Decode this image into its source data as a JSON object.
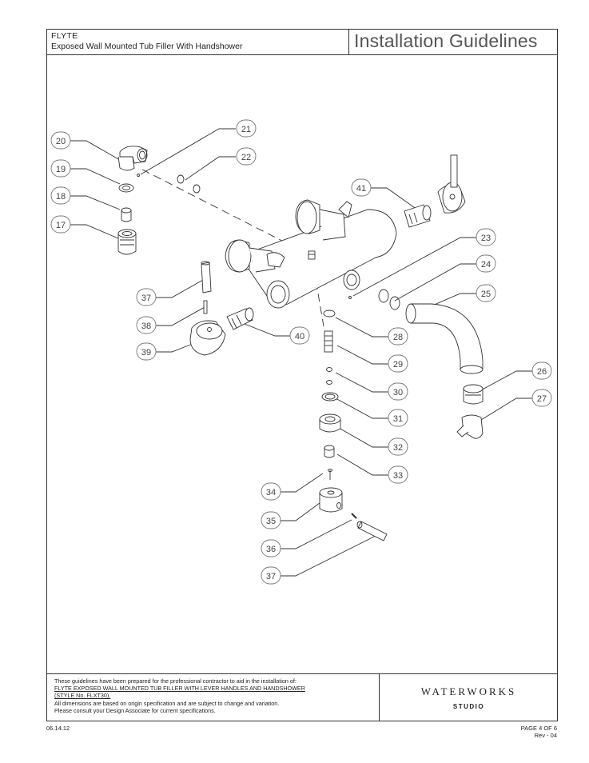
{
  "header": {
    "product_name": "FLYTE",
    "product_description": "Exposed Wall Mounted Tub Filler With Handshower",
    "document_title": "Installation Guidelines"
  },
  "diagram": {
    "callouts": [
      "20",
      "19",
      "18",
      "17",
      "21",
      "22",
      "41",
      "23",
      "24",
      "25",
      "37",
      "38",
      "39",
      "40",
      "28",
      "29",
      "30",
      "31",
      "32",
      "33",
      "26",
      "27",
      "34",
      "35",
      "36",
      "37"
    ]
  },
  "footer": {
    "lines": [
      "These guidelines have been prepared for the professional contractor to aid in the installation of:",
      "FLYTE EXPOSED WALL MOUNTED TUB FILLER WITH LEVER HANDLES AND HANDSHOWER",
      "(STYLE No. FLXT30).",
      "All dimensions are based on origin specification and are subject to change and variation.",
      "Please consult your Design Associate for current specifications."
    ],
    "brand_name": "WATERWORKS",
    "brand_sub": "STUDIO",
    "date": "06.14.12",
    "page": "PAGE 4 OF 6",
    "revision": "Rev - 04"
  }
}
